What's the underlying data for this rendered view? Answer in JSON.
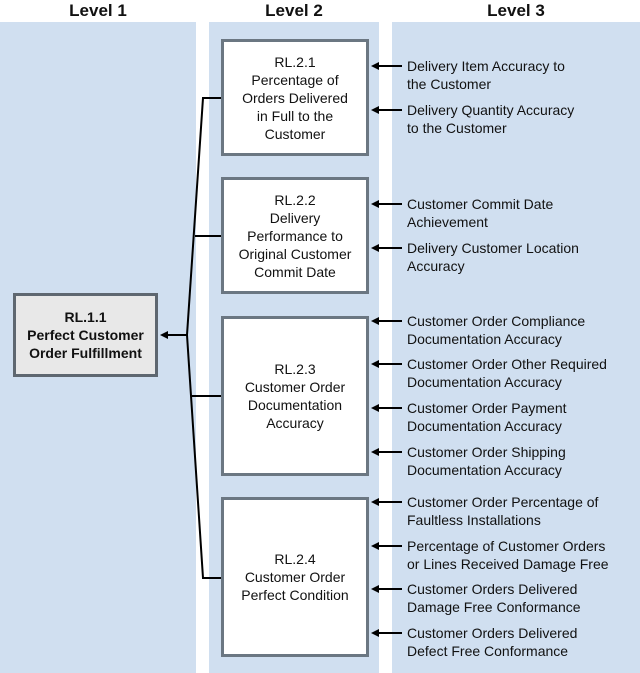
{
  "headers": {
    "level1": "Level 1",
    "level2": "Level 2",
    "level3": "Level 3"
  },
  "level1": {
    "id": "RL.1.1",
    "lines": [
      "Perfect Customer",
      "Order Fulfillment"
    ]
  },
  "level2": [
    {
      "id": "RL.2.1",
      "lines": [
        "Percentage of",
        "Orders Delivered",
        "in Full to the",
        "Customer"
      ],
      "metrics": [
        [
          "Delivery Item Accuracy to",
          "the Customer"
        ],
        [
          "Delivery Quantity Accuracy",
          "to the Customer"
        ]
      ]
    },
    {
      "id": "RL.2.2",
      "lines": [
        "Delivery",
        "Performance to",
        "Original Customer",
        "Commit Date"
      ],
      "metrics": [
        [
          "Customer Commit Date",
          "Achievement"
        ],
        [
          "Delivery Customer Location",
          "Accuracy"
        ]
      ]
    },
    {
      "id": "RL.2.3",
      "lines": [
        "Customer Order",
        "Documentation",
        "Accuracy"
      ],
      "metrics": [
        [
          "Customer Order Compliance",
          "Documentation Accuracy"
        ],
        [
          "Customer Order Other Required",
          "Documentation Accuracy"
        ],
        [
          "Customer Order Payment",
          "Documentation Accuracy"
        ],
        [
          "Customer Order Shipping",
          "Documentation Accuracy"
        ]
      ]
    },
    {
      "id": "RL.2.4",
      "lines": [
        "Customer Order",
        "Perfect Condition"
      ],
      "metrics": [
        [
          "Customer Order Percentage of",
          "Faultless Installations"
        ],
        [
          "Percentage of Customer Orders",
          "or Lines Received Damage Free"
        ],
        [
          "Customer Orders Delivered",
          "Damage Free Conformance"
        ],
        [
          "Customer Orders Delivered",
          "Defect Free Conformance"
        ]
      ]
    }
  ]
}
